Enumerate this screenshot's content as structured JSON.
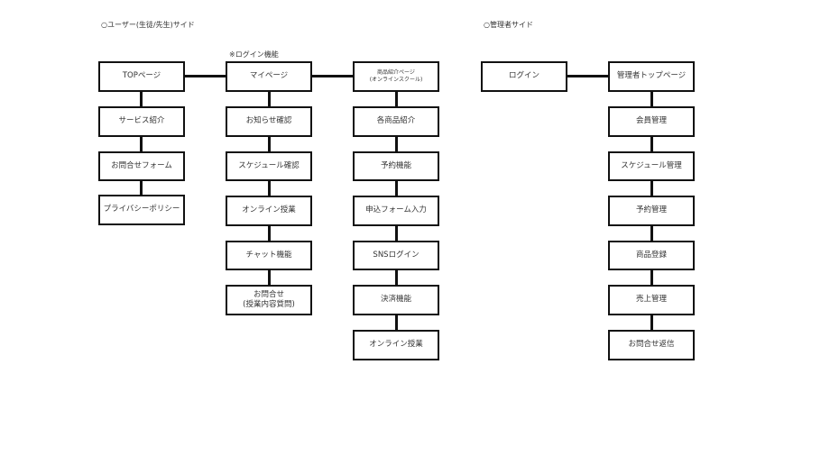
{
  "sections": {
    "user": "○ユーザー(生徒/先生)サイド",
    "admin": "○管理者サイド"
  },
  "note": "※ログイン機能",
  "columns": {
    "top": [
      "TOPページ",
      "サービス紹介",
      "お問合せフォーム",
      "プライバシーポリシー"
    ],
    "mypage": [
      "マイページ",
      "お知らせ確認",
      "スケジュール確認",
      "オンライン授業",
      "チャット機能",
      "お問合せ\n(授業内容質問)"
    ],
    "product": [
      "商品紹介ページ\n(オンラインスクール)",
      "各商品紹介",
      "予約機能",
      "申込フォーム入力",
      "SNSログイン",
      "決済機能",
      "オンライン授業"
    ],
    "login": [
      "ログイン"
    ],
    "admin": [
      "管理者トップページ",
      "会員管理",
      "スケジュール管理",
      "予約管理",
      "商品登録",
      "売上管理",
      "お問合せ返信"
    ]
  }
}
